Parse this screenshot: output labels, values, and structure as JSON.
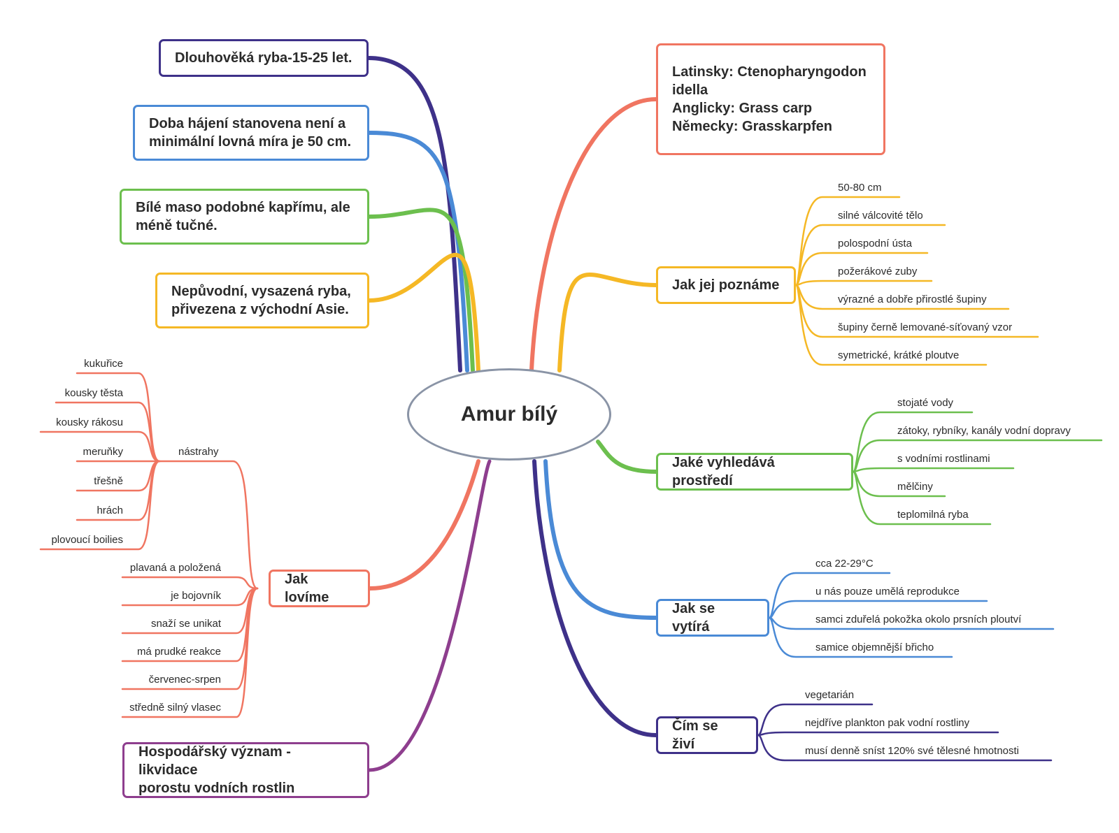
{
  "center": {
    "label": "Amur bílý",
    "border_color": "#8a94a6"
  },
  "colors": {
    "indigo": "#3e3189",
    "blue": "#4a8ad6",
    "green": "#6cbf4e",
    "yellow": "#f5b825",
    "salmon": "#f07561",
    "purple": "#8e3e8e"
  },
  "left_topics": [
    {
      "label": "Dlouhověká ryba-15-25 let.",
      "color": "#3e3189"
    },
    {
      "label": "Doba hájení stanovena není a\nminimální lovná míra je 50 cm.",
      "color": "#4a8ad6"
    },
    {
      "label": "Bílé maso podobné kapřímu, ale\nméně tučné.",
      "color": "#6cbf4e"
    },
    {
      "label": "Nepůvodní, vysazená ryba,\npřivezena z východní Asie.",
      "color": "#f5b825"
    },
    {
      "label": "Hospodářský význam - likvidace\nporostu vodních rostlin",
      "color": "#8e3e8e"
    }
  ],
  "jak_lovime": {
    "label": "Jak lovíme",
    "color": "#f07561",
    "nastrahy": {
      "label": "nástrahy",
      "items": [
        "kukuřice",
        "kousky těsta",
        "kousky rákosu",
        "meruňky",
        "třešně",
        "hrách",
        "plovoucí boilies"
      ]
    },
    "items": [
      "plavaná a položená",
      "je bojovník",
      "snaží se unikat",
      "má prudké reakce",
      "červenec-srpen",
      "středně silný vlasec"
    ]
  },
  "right_topics": [
    {
      "label": "Latinsky: Ctenopharyngodon\nidella\nAnglicky: Grass carp\nNěmecky: Grasskarpfen",
      "color": "#f07561",
      "items": []
    },
    {
      "label": "Jak jej poznáme",
      "color": "#f5b825",
      "items": [
        "50-80 cm",
        "silné válcovité tělo",
        "polospodní ústa",
        "požerákové zuby",
        "výrazné a dobře přirostlé šupiny",
        "šupiny černě lemované-síťovaný vzor",
        "symetrické, krátké ploutve"
      ]
    },
    {
      "label": "Jaké vyhledává prostředí",
      "color": "#6cbf4e",
      "items": [
        "stojaté vody",
        "zátoky, rybníky, kanály vodní dopravy",
        "s vodními rostlinami",
        "mělčiny",
        "teplomilná ryba"
      ]
    },
    {
      "label": "Jak se vytírá",
      "color": "#4a8ad6",
      "items": [
        "cca 22-29°C",
        "u nás pouze umělá reprodukce",
        "samci zduřelá pokožka okolo prsních ploutví",
        "samice objemnější břicho"
      ]
    },
    {
      "label": "Čím se živí",
      "color": "#3e3189",
      "items": [
        "vegetarián",
        "nejdříve plankton pak vodní rostliny",
        "musí denně sníst 120% své tělesné hmotnosti"
      ]
    }
  ]
}
